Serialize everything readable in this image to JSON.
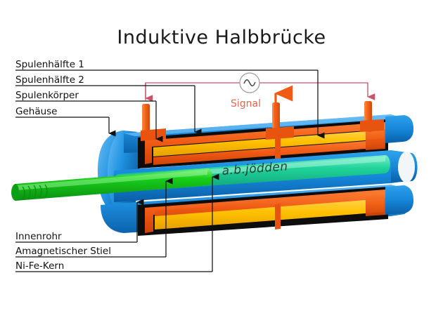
{
  "page": {
    "title": "Induktive Halbbrücke",
    "background": "#ffffff"
  },
  "labels_top": [
    {
      "id": "spulenhaelfte-1",
      "text": "Spulenhälfte 1"
    },
    {
      "id": "spulenhaelfte-2",
      "text": "Spulenhälfte 2"
    },
    {
      "id": "spulenkoerper",
      "text": "Spulenkörper"
    },
    {
      "id": "gehaeuse",
      "text": "Gehäuse"
    }
  ],
  "labels_bottom": [
    {
      "id": "innenrohr",
      "text": "Innenrohr"
    },
    {
      "id": "amagnetischer-stiel",
      "text": "Amagnetischer Stiel"
    },
    {
      "id": "ni-fe-kern",
      "text": "Ni-Fe-Kern"
    }
  ],
  "circuit": {
    "signal_label": "Signal",
    "source_symbol": "ac-source",
    "wire_color": "#c9536a",
    "signal_color": "#e2654b"
  },
  "device": {
    "brand_text": "a.b.jödden",
    "colors": {
      "housing_blue": "#1e8fe0",
      "housing_blue_dark": "#0d6cb8",
      "housing_blue_light": "#47a8ee",
      "coil_yellow": "#ffc000",
      "coil_orange": "#f05a14",
      "bobbin_orange": "#e8530f",
      "core_green": "#18cf1a",
      "tube_teal": "#1fd39a",
      "terminal_orange": "#f4661a",
      "shadow": "#111111"
    },
    "terminals": [
      "terminal-left",
      "terminal-middle",
      "terminal-right"
    ]
  }
}
